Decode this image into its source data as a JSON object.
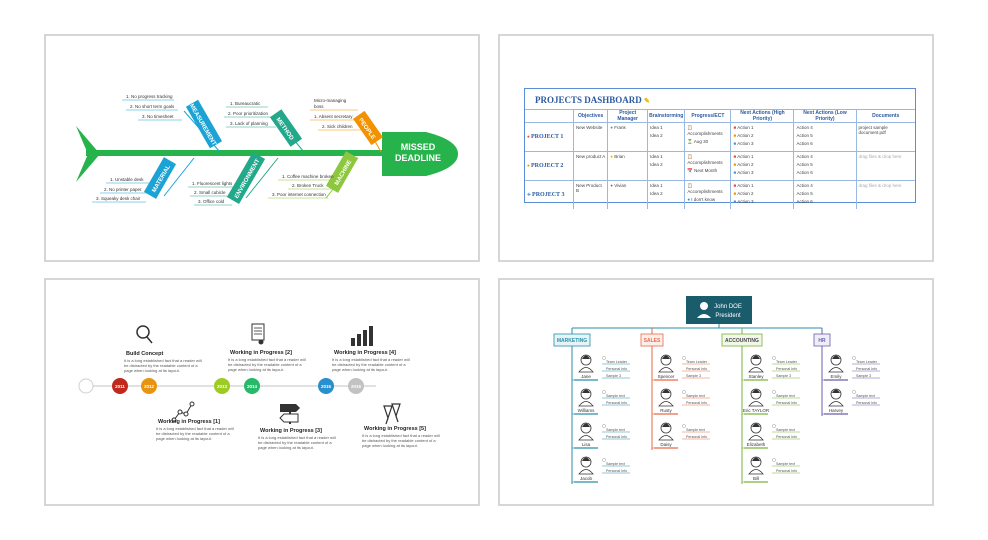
{
  "fishbone": {
    "head": [
      "MISSED",
      "DEADLINE"
    ],
    "bones": [
      {
        "label": "MEASUREMENT",
        "color": "#1ba3d6",
        "causes": [
          "1. No progress tracking",
          "2. No short term goals",
          "3. No timesheet"
        ]
      },
      {
        "label": "METHOD",
        "color": "#22a88a",
        "causes": [
          "1. Bureaucratic",
          "2. Poor prioritization",
          "3. Lack of planning"
        ]
      },
      {
        "label": "PEOPLE",
        "color": "#f39200",
        "causes": [
          "Micro-managing",
          "boss",
          "1. Absent secretary",
          "2. Sick children"
        ]
      },
      {
        "label": "MATERIAL",
        "color": "#1ba3d6",
        "causes": [
          "1. Unstable desk",
          "2. No printer paper",
          "3. Squeaky desk chair"
        ]
      },
      {
        "label": "ENVIRONMENT",
        "color": "#22a88a",
        "causes": [
          "1. Fluorescent lights",
          "2. Small cubicle",
          "3. Office cold"
        ]
      },
      {
        "label": "MACHINE",
        "color": "#8dc63f",
        "causes": [
          "1. Coffee machine broken",
          "2. Broken Truck",
          "3. Poor internet connection"
        ]
      }
    ]
  },
  "dashboard": {
    "title": "PROJECTS DASHBOARD",
    "columns": [
      "Objectives",
      "Project Manager",
      "Brainstorming",
      "Progress/ECT",
      "Next Actions (High Priority)",
      "Next Actions (Low Priority)",
      "Documents"
    ],
    "rows": [
      {
        "name": "PROJECT 1",
        "objective": "New Website",
        "manager": "Frank",
        "ideas": [
          "Idea 1",
          "Idea 2"
        ],
        "progress": [
          "Accomplishments",
          "Aug 30"
        ],
        "high": [
          "Action 1",
          "Action 2",
          "Action 3"
        ],
        "low": [
          "Action 4",
          "Action 5",
          "Action 6"
        ],
        "doc": "project sample document.pdf"
      },
      {
        "name": "PROJECT 2",
        "objective": "New product A",
        "manager": "Brian",
        "ideas": [
          "Idea 1",
          "Idea 2"
        ],
        "progress": [
          "Accomplishments",
          "Next Month"
        ],
        "high": [
          "Action 1",
          "Action 2",
          "Action 3"
        ],
        "low": [
          "Action 4",
          "Action 5",
          "Action 6"
        ],
        "doc": "drag files & drop here"
      },
      {
        "name": "PROJECT 3",
        "objective": "New Product B",
        "manager": "Vivian",
        "ideas": [
          "Idea 1",
          "Idea 2"
        ],
        "progress": [
          "Accomplishments",
          "I don't know"
        ],
        "high": [
          "Action 1",
          "Action 2",
          "Action 3"
        ],
        "low": [
          "Action 4",
          "Action 5",
          "Action 6"
        ],
        "doc": "drag files & drop here"
      }
    ]
  },
  "timeline": {
    "years": [
      "2011",
      "2012",
      "2013",
      "2014",
      "2015",
      "2016"
    ],
    "year_colors": [
      "#c0281e",
      "#e8940e",
      "#9ccc23",
      "#27b96a",
      "#2a8fcf",
      "#c2c2c2"
    ],
    "events": [
      {
        "title": "Build Concept",
        "text": "It is a long established fact that a reader will be distracted by the readable content of a page when looking at its layout."
      },
      {
        "title": "Working in Progress [1]",
        "text": "It is a long established fact that a reader will be distracted by the readable content of a page when looking at its layout."
      },
      {
        "title": "Working in Progress [2]",
        "text": "It is a long established fact that a reader will be distracted by the readable content of a page when looking at its layout."
      },
      {
        "title": "Working in Progress [3]",
        "text": "It is a long established fact that a reader will be distracted by the readable content of a page when looking at its layout."
      },
      {
        "title": "Working in Progress [4]",
        "text": "It is a long established fact that a reader will be distracted by the readable content of a page when looking at its layout."
      },
      {
        "title": "Working in Progress [5]",
        "text": "It is a long established fact that a reader will be distracted by the readable content of a page when looking at its layout."
      }
    ]
  },
  "orgchart": {
    "president": {
      "name": "John DOE",
      "title": "President"
    },
    "departments": [
      {
        "name": "MARKETING",
        "color": "#2a8fa8",
        "people": [
          "Jane",
          "Williams",
          "Lisa",
          "Jacob"
        ]
      },
      {
        "name": "SALES",
        "color": "#e86a4a",
        "people": [
          "Spencer",
          "Rusty",
          "Daisy"
        ]
      },
      {
        "name": "ACCOUNTING",
        "color": "#7ab33a",
        "people": [
          "Stanley",
          "Eric TAYLOR",
          "Elizabeth",
          "Bill"
        ]
      },
      {
        "name": "HR",
        "color": "#6a5fa8",
        "people": [
          "Emily",
          "Harvey"
        ]
      }
    ],
    "info_labels": [
      "Team Leader",
      "Personal Info",
      "Sample 3"
    ],
    "info_labels_alt": [
      "Sample text",
      "Personal Info"
    ]
  }
}
